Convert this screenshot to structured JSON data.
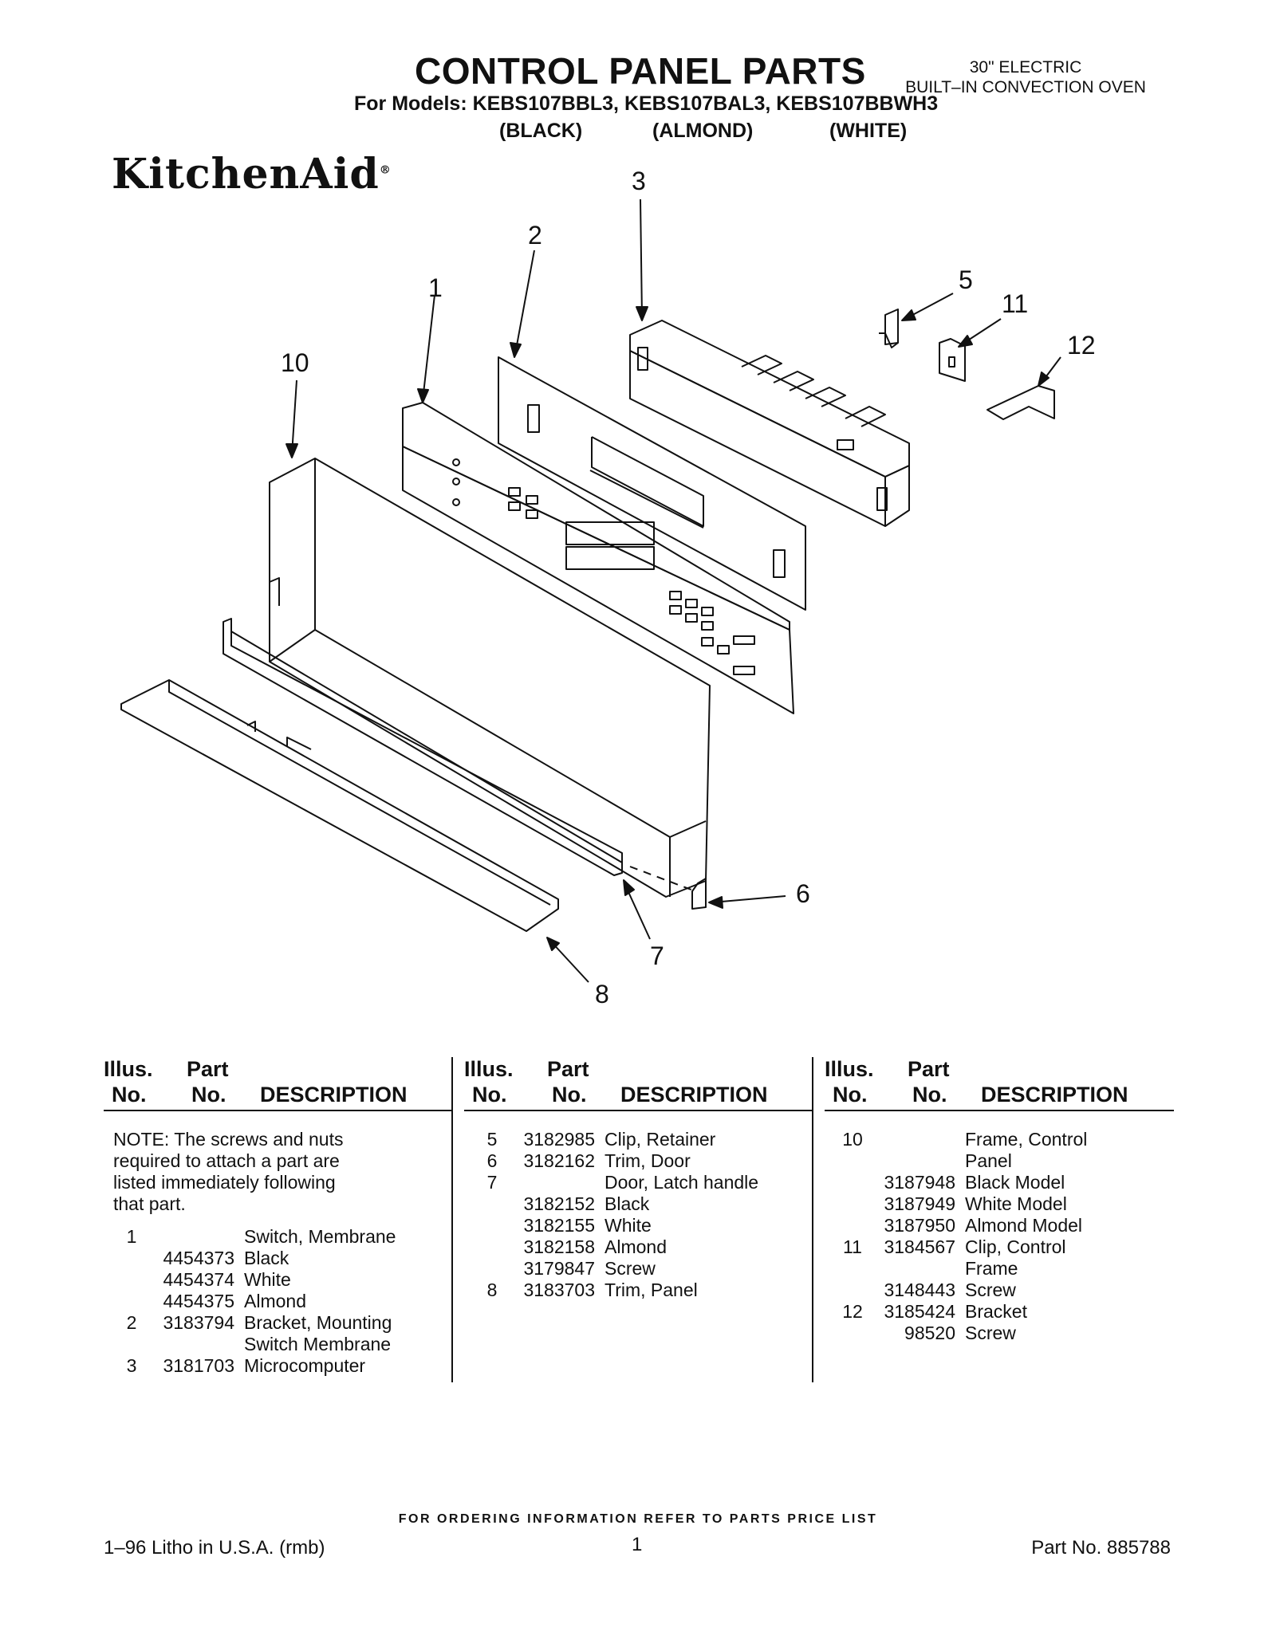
{
  "header": {
    "title": "CONTROL PANEL PARTS",
    "subtitle": "For Models: KEBS107BBL3, KEBS107BAL3, KEBS107BBWH3",
    "colors": [
      "(BLACK)",
      "(ALMOND)",
      "(WHITE)"
    ],
    "product_line1": "30\" ELECTRIC",
    "product_line2": "BUILT–IN CONVECTION OVEN",
    "brand": "KitchenAid",
    "brand_mark": "®"
  },
  "diagram": {
    "callouts": [
      "1",
      "2",
      "3",
      "5",
      "6",
      "7",
      "8",
      "10",
      "11",
      "12"
    ]
  },
  "table": {
    "headers": {
      "illus": "Illus.",
      "no": "No.",
      "part": "Part",
      "part_no": "No.",
      "description": "DESCRIPTION"
    },
    "note": [
      "NOTE: The screws and nuts",
      "required to attach a part are",
      "listed immediately following",
      "that part."
    ],
    "columns": [
      [
        {
          "illus": "1",
          "part": "",
          "desc": "Switch, Membrane"
        },
        {
          "illus": "",
          "part": "4454373",
          "desc": "Black"
        },
        {
          "illus": "",
          "part": "4454374",
          "desc": "White"
        },
        {
          "illus": "",
          "part": "4454375",
          "desc": "Almond"
        },
        {
          "illus": "2",
          "part": "3183794",
          "desc": "Bracket, Mounting"
        },
        {
          "illus": "",
          "part": "",
          "desc": "Switch Membrane"
        },
        {
          "illus": "3",
          "part": "3181703",
          "desc": "Microcomputer"
        }
      ],
      [
        {
          "illus": "5",
          "part": "3182985",
          "desc": "Clip, Retainer"
        },
        {
          "illus": "6",
          "part": "3182162",
          "desc": "Trim, Door"
        },
        {
          "illus": "7",
          "part": "",
          "desc": "Door, Latch handle"
        },
        {
          "illus": "",
          "part": "3182152",
          "desc": "Black"
        },
        {
          "illus": "",
          "part": "3182155",
          "desc": "White"
        },
        {
          "illus": "",
          "part": "3182158",
          "desc": "Almond"
        },
        {
          "illus": "",
          "part": "3179847",
          "desc": "Screw"
        },
        {
          "illus": "8",
          "part": "3183703",
          "desc": "Trim, Panel"
        }
      ],
      [
        {
          "illus": "10",
          "part": "",
          "desc": "Frame, Control"
        },
        {
          "illus": "",
          "part": "",
          "desc": "Panel"
        },
        {
          "illus": "",
          "part": "3187948",
          "desc": "Black Model"
        },
        {
          "illus": "",
          "part": "3187949",
          "desc": "White Model"
        },
        {
          "illus": "",
          "part": "3187950",
          "desc": "Almond Model"
        },
        {
          "illus": "11",
          "part": "3184567",
          "desc": "Clip, Control"
        },
        {
          "illus": "",
          "part": "",
          "desc": "Frame"
        },
        {
          "illus": "",
          "part": "3148443",
          "desc": "Screw"
        },
        {
          "illus": "12",
          "part": "3185424",
          "desc": "Bracket"
        },
        {
          "illus": "",
          "part": "98520",
          "desc": "Screw"
        }
      ]
    ]
  },
  "footer": {
    "ordering": "FOR ORDERING INFORMATION REFER TO PARTS PRICE LIST",
    "litho": "1–96 Litho in U.S.A. (rmb)",
    "page": "1",
    "part_no": "Part No. 885788"
  }
}
